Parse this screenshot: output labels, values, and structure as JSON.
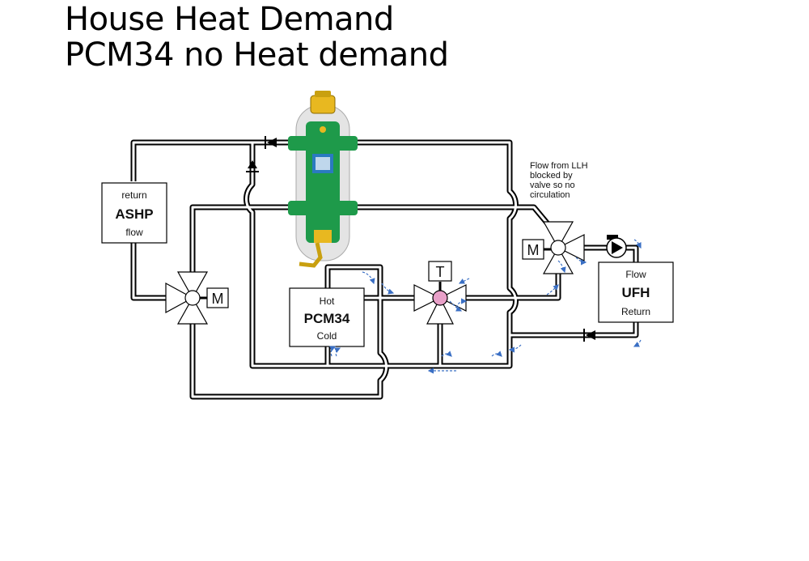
{
  "title": {
    "line1": "House Heat Demand",
    "line2": "PCM34 no Heat demand"
  },
  "components": {
    "ashp": {
      "top": "return",
      "name": "ASHP",
      "bottom": "flow"
    },
    "pcm": {
      "top": "Hot",
      "name": "PCM34",
      "bottom": "Cold"
    },
    "ufh": {
      "top": "Flow",
      "name": "UFH",
      "bottom": "Return"
    },
    "motor_left": "M",
    "motor_right": "M",
    "thermostat": "T"
  },
  "annotation": {
    "lines": [
      "Flow from LLH",
      "blocked by",
      "valve so no",
      "circulation"
    ]
  },
  "colors": {
    "pipe": "#000000",
    "flow_arrow": "#3a6fc4",
    "separator_body": "#1e9a4a",
    "separator_cap": "#e8b820",
    "separator_glass": "#d8d8d8",
    "thermo_valve": "#e8a0c8"
  }
}
